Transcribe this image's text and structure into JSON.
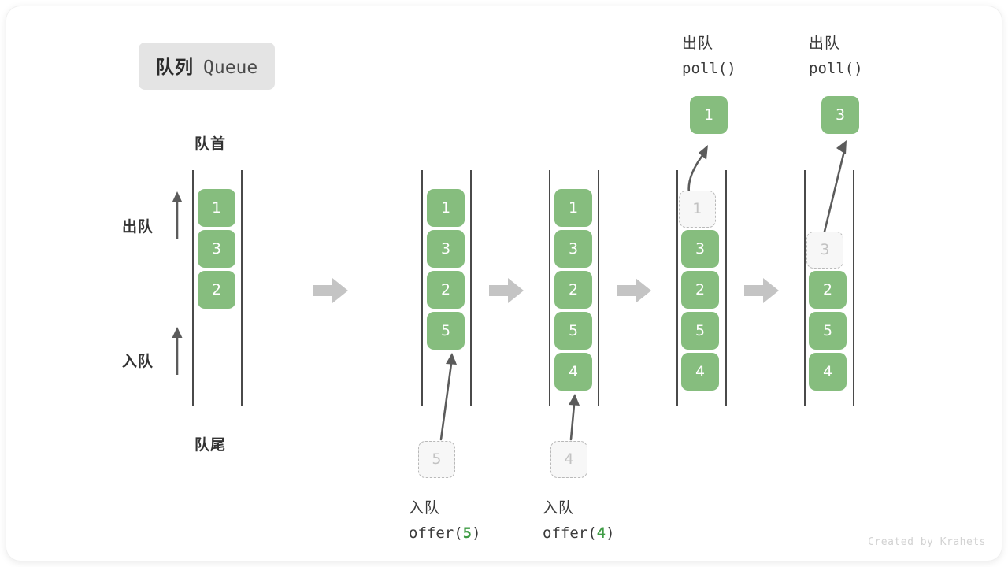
{
  "card": {
    "title_cn": "队列",
    "title_en": "Queue",
    "watermark": "Created by Krahets"
  },
  "labels": {
    "head": "队首",
    "tail": "队尾",
    "dequeue": "出队",
    "enqueue": "入队",
    "poll_cn": "出队",
    "poll_fn": "poll()",
    "offer_cn": "入队",
    "offer_fn_prefix": "offer(",
    "offer_fn_suffix": ")"
  },
  "colors": {
    "box_green": "#86bd7e",
    "ghost_fill": "#f7f7f7",
    "ghost_border": "#b9b9b9",
    "rail": "#4a4a4a",
    "step_arrow": "#c4c4c4",
    "accent_green_text": "#3f9c45",
    "badge_bg": "#e4e4e4"
  },
  "stages": [
    {
      "id": "initial",
      "items": [
        "1",
        "3",
        "2"
      ],
      "ghost_index": null,
      "ghost_value": null,
      "op_label_cn": null,
      "op_value": null,
      "result_value": null
    },
    {
      "id": "after-offer-5",
      "items": [
        "1",
        "3",
        "2",
        "5"
      ],
      "ghost_index": null,
      "ghost_value": "5",
      "op_label_cn": "入队",
      "op_value": "5",
      "result_value": null
    },
    {
      "id": "after-offer-4",
      "items": [
        "1",
        "3",
        "2",
        "5",
        "4"
      ],
      "ghost_index": null,
      "ghost_value": "4",
      "op_label_cn": "入队",
      "op_value": "4",
      "result_value": null
    },
    {
      "id": "after-poll-1",
      "items": [
        "1",
        "3",
        "2",
        "5",
        "4"
      ],
      "ghost_index": 0,
      "ghost_value": "1",
      "op_label_cn": "出队",
      "op_value": null,
      "result_value": "1"
    },
    {
      "id": "after-poll-3",
      "items": [
        "3",
        "2",
        "5",
        "4"
      ],
      "ghost_index": 0,
      "ghost_value": "3",
      "op_label_cn": "出队",
      "op_value": null,
      "result_value": "3"
    }
  ],
  "stage1": {
    "b0": "1",
    "b1": "3",
    "b2": "2"
  },
  "stage2": {
    "b0": "1",
    "b1": "3",
    "b2": "2",
    "b3": "5",
    "ghost": "5",
    "op_cn": "入队",
    "op_val": "5"
  },
  "stage3": {
    "b0": "1",
    "b1": "3",
    "b2": "2",
    "b3": "5",
    "b4": "4",
    "ghost": "4",
    "op_cn": "入队",
    "op_val": "4"
  },
  "stage4": {
    "ghost": "1",
    "b1": "3",
    "b2": "2",
    "b3": "5",
    "b4": "4",
    "result": "1",
    "op_cn": "出队",
    "op_fn": "poll()"
  },
  "stage5": {
    "ghost": "3",
    "b1": "2",
    "b2": "5",
    "b3": "4",
    "result": "3",
    "op_cn": "出队",
    "op_fn": "poll()"
  }
}
